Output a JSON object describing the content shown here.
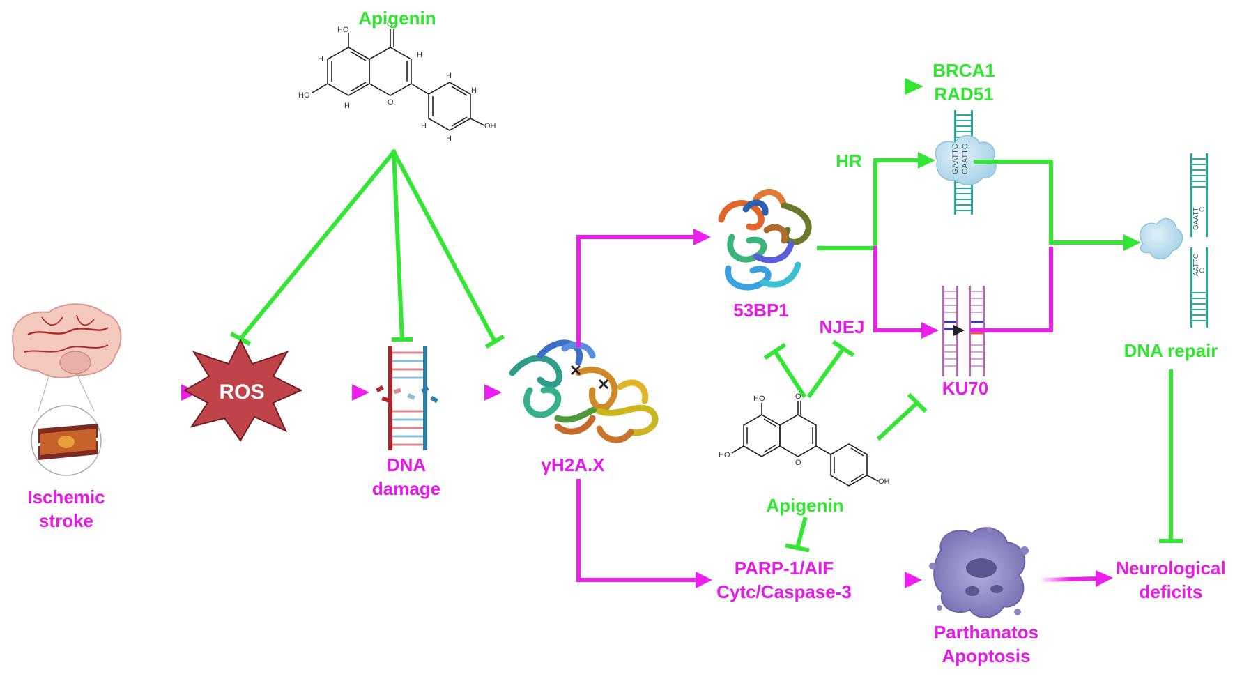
{
  "labels": {
    "apigenin_top": "Apigenin",
    "apigenin_mid": "Apigenin",
    "ischemic_line1": "Ischemic",
    "ischemic_line2": "stroke",
    "ros": "ROS",
    "dna_damage_line1": "DNA",
    "dna_damage_line2": "damage",
    "h2ax": "γH2A.X",
    "bp53": "53BP1",
    "hr": "HR",
    "njej": "NJEJ",
    "brca1": "BRCA1",
    "rad51": "RAD51",
    "ku70": "KU70",
    "dna_repair": "DNA repair",
    "parp_line1": "PARP-1/AIF",
    "parp_line2": "Cytc/Caspase-3",
    "parthanatos": "Parthanatos",
    "apoptosis": "Apoptosis",
    "neuro_line1": "Neurological",
    "neuro_line2": "deficits"
  },
  "dna_sequences": {
    "hr_strand_1": "GAATTC",
    "hr_strand_2": "GAATTC",
    "repair_top": "GAATT",
    "repair_top_c": "C",
    "repair_bottom": "AATTC",
    "repair_bottom_c": "C"
  },
  "structure_atoms": {
    "o": "O",
    "h": "H",
    "ho": "HO",
    "oh": "OH"
  },
  "colors": {
    "activation_green": "#33e633",
    "pathway_magenta": "#ec1fec",
    "label_green": "#2ee62e",
    "label_magenta": "#e619e6",
    "ros_burst": "#c0434a",
    "dna_red": "#b5222a",
    "dna_blue": "#2a7fa8"
  }
}
